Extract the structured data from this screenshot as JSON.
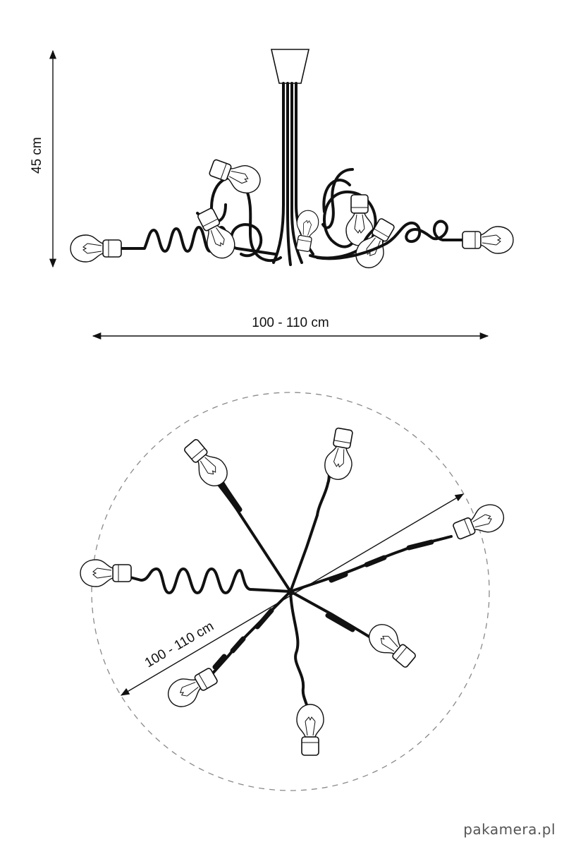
{
  "height_label": "45 cm",
  "width_label": "100 - 110 cm",
  "diameter_label": "100 - 110 cm",
  "watermark": "pakamera.pl",
  "colors": {
    "ink": "#111111",
    "circle": "#8a8a8a",
    "background": "#ffffff"
  }
}
